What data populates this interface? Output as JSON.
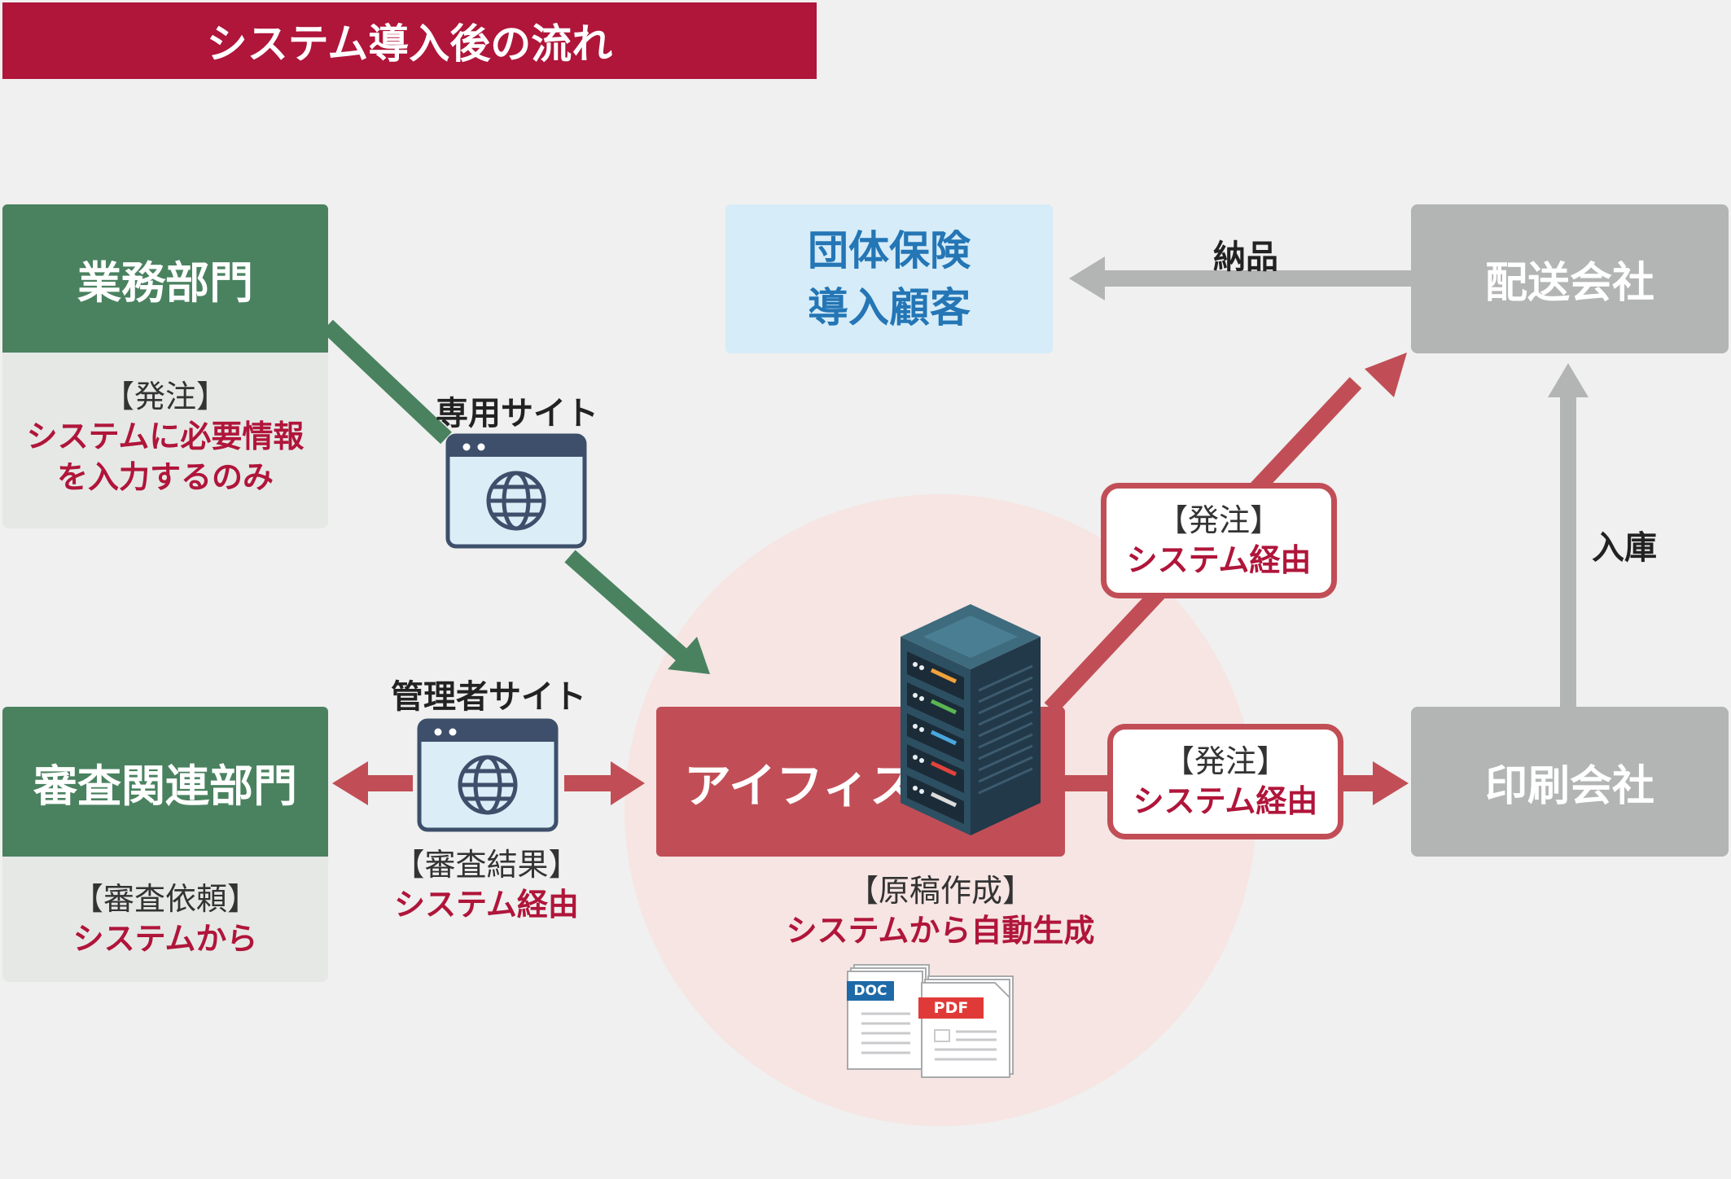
{
  "title": "システム導入後の流れ",
  "business_dept": {
    "name": "業務部門",
    "note_bracket": "【発注】",
    "note_line1": "システムに必要情報",
    "note_line2": "を入力するのみ"
  },
  "review_dept": {
    "name": "審査関連部門",
    "note_bracket": "【審査依頼】",
    "note_line1": "システムから"
  },
  "customer": {
    "line1": "団体保険",
    "line2": "導入顧客"
  },
  "delivery_company": "配送会社",
  "printing_company": "印刷会社",
  "system_name": "アイフィス",
  "labels": {
    "dedicated_site": "専用サイト",
    "admin_site": "管理者サイト",
    "delivery": "納品",
    "warehousing": "入庫"
  },
  "review_result": {
    "bracket": "【審査結果】",
    "text": "システム経由"
  },
  "order_upper": {
    "bracket": "【発注】",
    "text": "システム経由"
  },
  "order_lower": {
    "bracket": "【発注】",
    "text": "システム経由"
  },
  "draft": {
    "bracket": "【原稿作成】",
    "text": "システムから自動生成"
  },
  "doc_tag": "DOC",
  "pdf_tag": "PDF",
  "colors": {
    "title_red": "#b0153a",
    "green": "#4a8260",
    "arrow_red": "#c14e56",
    "gray": "#b3b4b4",
    "blue_bg": "#d6ecf8",
    "blue_text": "#2476b5"
  }
}
